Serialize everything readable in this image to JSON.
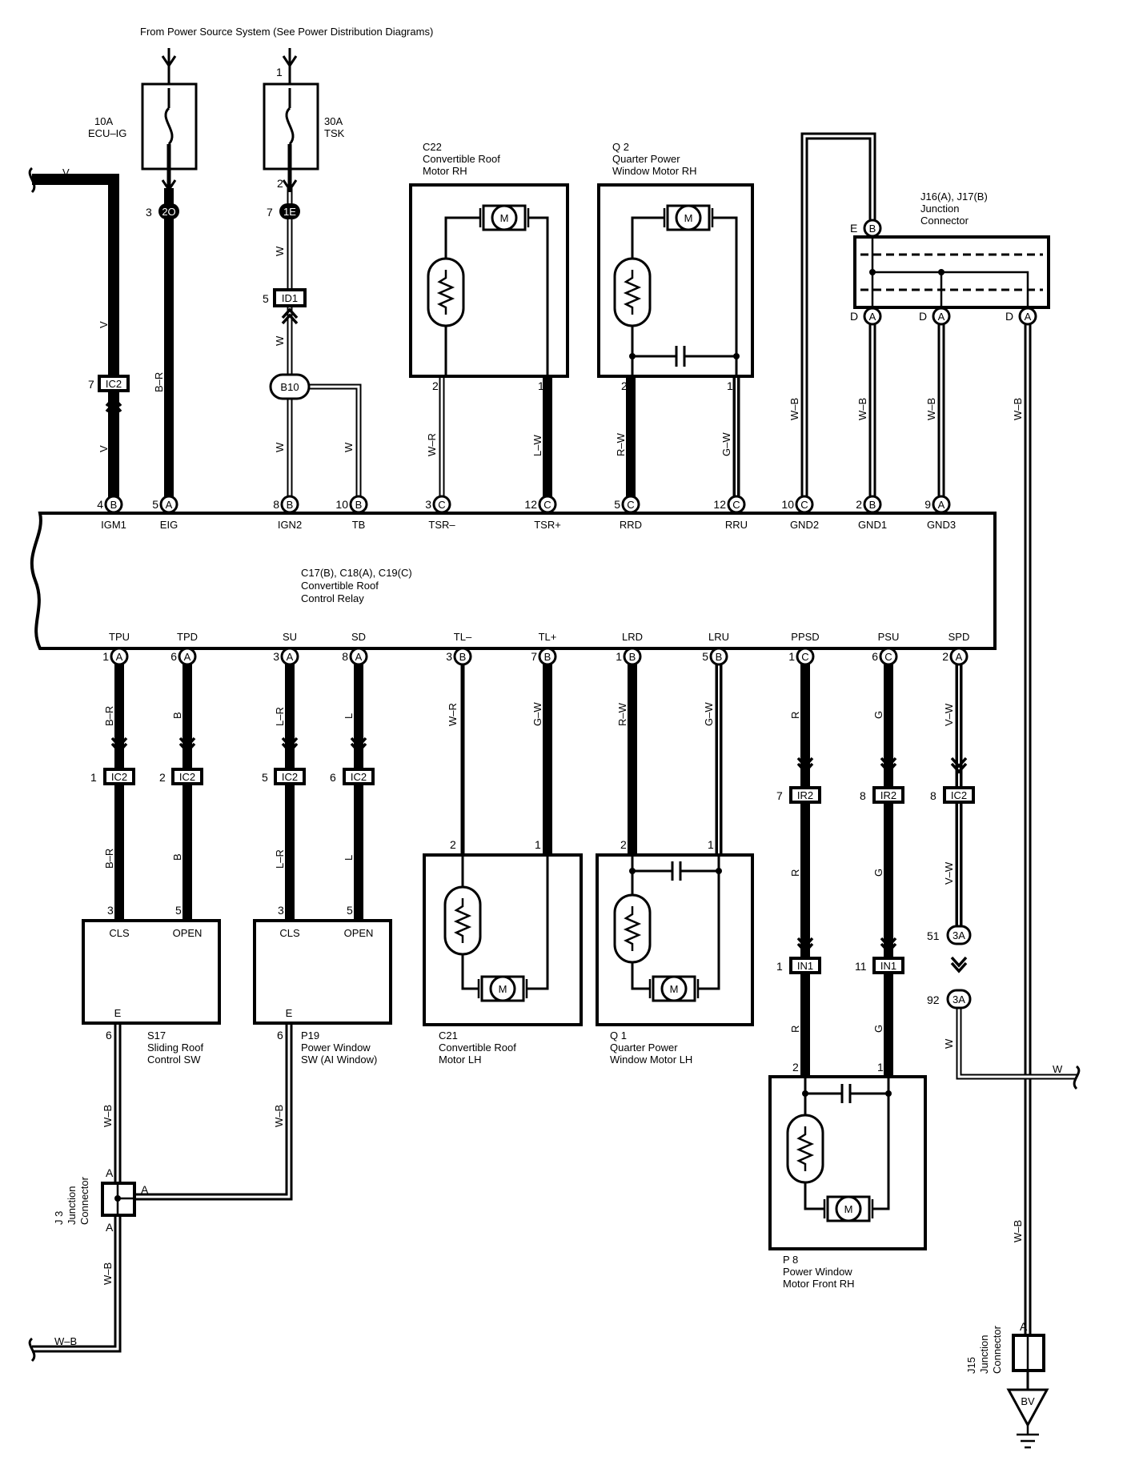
{
  "header": {
    "source_note": "From Power Source System (See Power Distribution Diagrams)"
  },
  "fuses": {
    "f1": {
      "amp": "10A",
      "name": "ECU–IG"
    },
    "f2": {
      "amp": "30A",
      "name": "TSK",
      "in_pin": "1",
      "out_pin": "2"
    }
  },
  "relay": {
    "line1": "C17(B), C18(A), C19(C)",
    "line2": "Convertible Roof",
    "line3": "Control Relay",
    "top_terminals": [
      {
        "pin": "4",
        "conn": "B",
        "name": "IGM1"
      },
      {
        "pin": "5",
        "conn": "A",
        "name": "EIG"
      },
      {
        "pin": "8",
        "conn": "B",
        "name": "IGN2"
      },
      {
        "pin": "10",
        "conn": "B",
        "name": "TB"
      },
      {
        "pin": "3",
        "conn": "C",
        "name": "TSR–"
      },
      {
        "pin": "12",
        "conn": "C",
        "name": "TSR+"
      },
      {
        "pin": "5",
        "conn": "C",
        "name": "RRD"
      },
      {
        "pin": "12",
        "conn": "C",
        "name": "RRU"
      },
      {
        "pin": "10",
        "conn": "C",
        "name": "GND2"
      },
      {
        "pin": "2",
        "conn": "B",
        "name": "GND1"
      },
      {
        "pin": "9",
        "conn": "A",
        "name": "GND3"
      }
    ],
    "bottom_terminals": [
      {
        "pin": "1",
        "conn": "A",
        "name": "TPU"
      },
      {
        "pin": "6",
        "conn": "A",
        "name": "TPD"
      },
      {
        "pin": "3",
        "conn": "A",
        "name": "SU"
      },
      {
        "pin": "8",
        "conn": "A",
        "name": "SD"
      },
      {
        "pin": "3",
        "conn": "B",
        "name": "TL–"
      },
      {
        "pin": "7",
        "conn": "B",
        "name": "TL+"
      },
      {
        "pin": "1",
        "conn": "B",
        "name": "LRD"
      },
      {
        "pin": "5",
        "conn": "B",
        "name": "LRU"
      },
      {
        "pin": "1",
        "conn": "C",
        "name": "PPSD"
      },
      {
        "pin": "6",
        "conn": "C",
        "name": "PSU"
      },
      {
        "pin": "2",
        "conn": "A",
        "name": "SPD"
      }
    ]
  },
  "components": {
    "c22": [
      "C22",
      "Convertible Roof",
      "Motor RH"
    ],
    "q2": [
      "Q 2",
      "Quarter Power",
      "Window Motor RH"
    ],
    "j16": [
      "J16(A), J17(B)",
      "Junction",
      "Connector"
    ],
    "c21": [
      "C21",
      "Convertible Roof",
      "Motor LH"
    ],
    "q1": [
      "Q 1",
      "Quarter Power",
      "Window Motor LH"
    ],
    "s17": [
      "S17",
      "Sliding Roof",
      "Control SW"
    ],
    "p19": [
      "P19",
      "Power Window",
      "SW (AI Window)"
    ],
    "p8": [
      "P 8",
      "Power Window",
      "Motor Front RH"
    ],
    "j3": [
      "J 3",
      "Junction",
      "Connector"
    ],
    "j15": [
      "J15",
      "Junction",
      "Connector"
    ]
  },
  "switch_terms": {
    "cls": "CLS",
    "open": "OPEN",
    "e": "E"
  },
  "motor_label": "M",
  "connectors": {
    "c2O": "2O",
    "c1E": "1E",
    "ID1": "ID1",
    "B10": "B10",
    "IC2": "IC2",
    "IR2": "IR2",
    "IN1": "IN1",
    "c3A": "3A",
    "BV": "BV"
  },
  "pins": {
    "n1": "1",
    "n2": "2",
    "n3": "3",
    "n5": "5",
    "n6": "6",
    "n7": "7",
    "n8": "8",
    "n11": "11",
    "n51": "51",
    "n92": "92",
    "A": "A",
    "B": "B",
    "C": "C",
    "D": "D",
    "E": "E"
  },
  "wires": {
    "V": "V",
    "BR": "B–R",
    "W": "W",
    "WR": "W–R",
    "LW": "L–W",
    "RW": "R–W",
    "GW": "G–W",
    "WB": "W–B",
    "B": "B",
    "LR": "L–R",
    "L": "L",
    "R": "R",
    "G": "G",
    "VW": "V–W"
  }
}
